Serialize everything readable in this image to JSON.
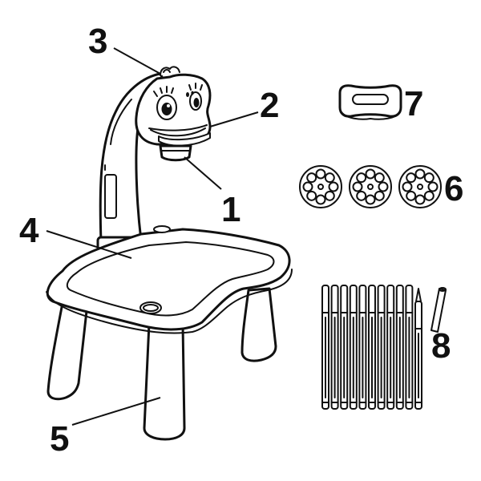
{
  "callouts": [
    {
      "id": "1",
      "label": "1"
    },
    {
      "id": "2",
      "label": "2"
    },
    {
      "id": "3",
      "label": "3"
    },
    {
      "id": "4",
      "label": "4"
    },
    {
      "id": "5",
      "label": "5"
    },
    {
      "id": "6",
      "label": "6"
    },
    {
      "id": "7",
      "label": "7"
    },
    {
      "id": "8",
      "label": "8"
    }
  ],
  "icons": {
    "projector_table": "projector-drawing-table-icon",
    "projector_head": "dinosaur-projector-head-icon",
    "lens": "lens-icon",
    "slides": "pattern-disc-icon",
    "eraser": "eraser-icon",
    "markers": "marker-pen-icon",
    "chalk": "chalk-icon"
  },
  "counts": {
    "pattern_discs": 3,
    "markers": 11
  }
}
